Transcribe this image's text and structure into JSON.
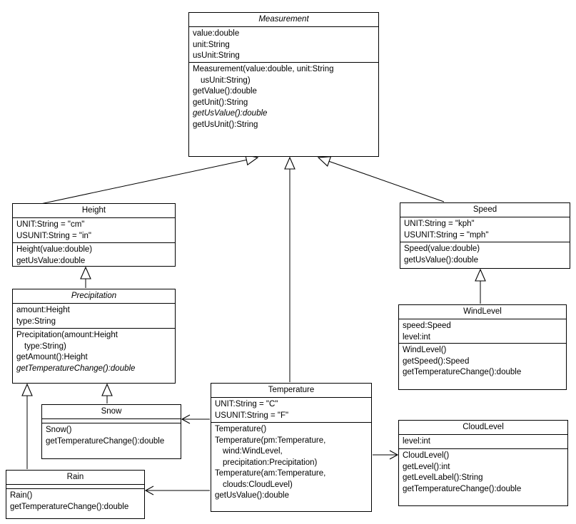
{
  "colors": {
    "stroke": "#000000",
    "box_fill": "#ffffff",
    "background": "#ffffff"
  },
  "classes": [
    {
      "id": "measurement",
      "name": "Measurement",
      "abstract": true,
      "attributes": [
        {
          "t": "value:double"
        },
        {
          "t": "unit:String"
        },
        {
          "t": "usUnit:String"
        }
      ],
      "methods": [
        {
          "t": "Measurement(value:double, unit:String"
        },
        {
          "t": "usUnit:String)",
          "indent": true
        },
        {
          "t": "getValue():double"
        },
        {
          "t": "getUnit():String"
        },
        {
          "t": "getUsValue():double",
          "italic": true
        },
        {
          "t": "getUsUnit():String"
        }
      ]
    },
    {
      "id": "height",
      "name": "Height",
      "abstract": false,
      "attributes": [
        {
          "t": "UNIT:String = \"cm\""
        },
        {
          "t": "USUNIT:String = \"in\""
        }
      ],
      "methods": [
        {
          "t": "Height(value:double)"
        },
        {
          "t": "getUsValue:double"
        }
      ]
    },
    {
      "id": "precipitation",
      "name": "Precipitation",
      "abstract": true,
      "attributes": [
        {
          "t": "amount:Height"
        },
        {
          "t": "type:String"
        }
      ],
      "methods": [
        {
          "t": "Precipitation(amount:Height"
        },
        {
          "t": "type:String)",
          "indent": true
        },
        {
          "t": "getAmount():Height"
        },
        {
          "t": "getTemperatureChange():double",
          "italic": true
        }
      ]
    },
    {
      "id": "snow",
      "name": "Snow",
      "abstract": false,
      "attributes": [],
      "methods": [
        {
          "t": "Snow()"
        },
        {
          "t": "getTemperatureChange():double"
        }
      ]
    },
    {
      "id": "rain",
      "name": "Rain",
      "abstract": false,
      "attributes": [],
      "methods": [
        {
          "t": "Rain()"
        },
        {
          "t": "getTemperatureChange():double"
        }
      ]
    },
    {
      "id": "temperature",
      "name": "Temperature",
      "abstract": false,
      "attributes": [
        {
          "t": "UNIT:String = \"C\""
        },
        {
          "t": "USUNIT:String = \"F\""
        }
      ],
      "methods": [
        {
          "t": "Temperature()"
        },
        {
          "t": "Temperature(pm:Temperature,"
        },
        {
          "t": "wind:WindLevel,",
          "indent": true
        },
        {
          "t": "precipitation:Precipitation)",
          "indent": true
        },
        {
          "t": "Temperature(am:Temperature,"
        },
        {
          "t": "clouds:CloudLevel)",
          "indent": true
        },
        {
          "t": "getUsValue():double"
        }
      ]
    },
    {
      "id": "speed",
      "name": "Speed",
      "abstract": false,
      "attributes": [
        {
          "t": "UNIT:String = \"kph\""
        },
        {
          "t": "USUNIT:String = \"mph\""
        }
      ],
      "methods": [
        {
          "t": "Speed(value:double)"
        },
        {
          "t": "getUsValue():double"
        }
      ]
    },
    {
      "id": "windlevel",
      "name": "WindLevel",
      "abstract": false,
      "attributes": [
        {
          "t": "speed:Speed"
        },
        {
          "t": "level:int"
        }
      ],
      "methods": [
        {
          "t": "WindLevel()"
        },
        {
          "t": "getSpeed():Speed"
        },
        {
          "t": "getTemperatureChange():double"
        }
      ]
    },
    {
      "id": "cloudlevel",
      "name": "CloudLevel",
      "abstract": false,
      "attributes": [
        {
          "t": "level:int"
        }
      ],
      "methods": [
        {
          "t": "CloudLevel()"
        },
        {
          "t": "getLevel():int"
        },
        {
          "t": "getLevelLabel():String"
        },
        {
          "t": "getTemperatureChange():double"
        }
      ]
    }
  ],
  "relationships": [
    {
      "from": "Height",
      "to": "Measurement",
      "type": "inheritance"
    },
    {
      "from": "Temperature",
      "to": "Measurement",
      "type": "inheritance"
    },
    {
      "from": "Speed",
      "to": "Measurement",
      "type": "inheritance"
    },
    {
      "from": "Precipitation",
      "to": "Height",
      "type": "inheritance"
    },
    {
      "from": "Snow",
      "to": "Precipitation",
      "type": "inheritance"
    },
    {
      "from": "Rain",
      "to": "Precipitation",
      "type": "inheritance"
    },
    {
      "from": "WindLevel",
      "to": "Speed",
      "type": "inheritance"
    },
    {
      "from": "Temperature",
      "to": "Snow",
      "type": "association"
    },
    {
      "from": "Temperature",
      "to": "Rain",
      "type": "association"
    },
    {
      "from": "Temperature",
      "to": "CloudLevel",
      "type": "association"
    }
  ]
}
